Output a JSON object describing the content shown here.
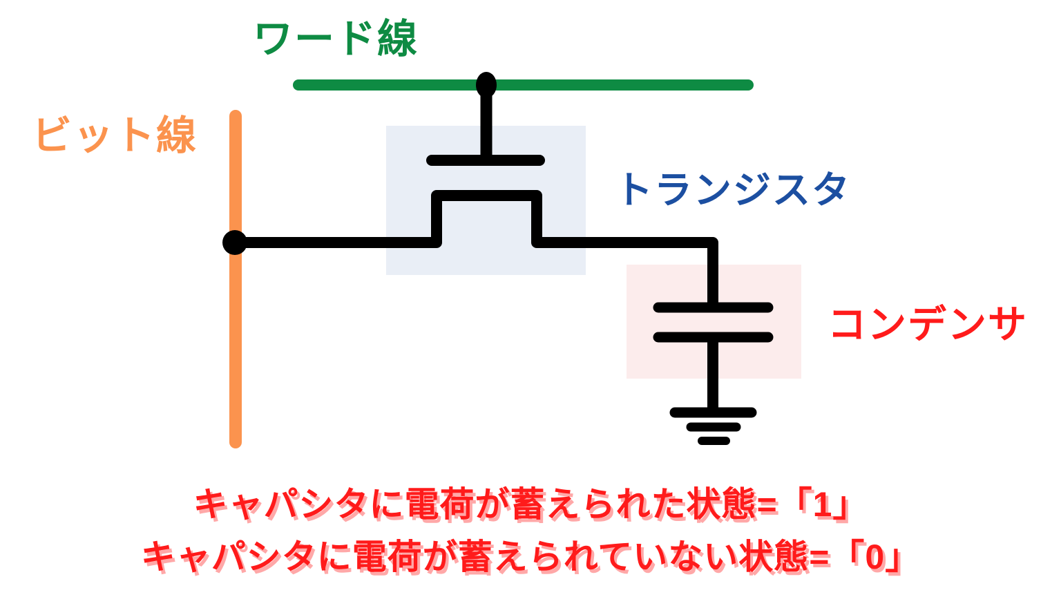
{
  "diagram": {
    "title": "DRAM memory cell diagram",
    "labels": {
      "word_line": "ワード線",
      "bit_line": "ビット線",
      "transistor": "トランジスタ",
      "capacitor": "コンデンサ"
    },
    "caption": {
      "line1": "キャパシタに電荷が蓄えられた状態=「1」",
      "line2": "キャパシタに電荷が蓄えられていない状態=「0」"
    },
    "colors": {
      "word_line": "#0E8B43",
      "bit_line": "#FB934E",
      "transistor_label": "#1C4FA1",
      "capacitor_label": "#FF1B1B",
      "caption_text": "#FF1B1B",
      "caption_shadow": "#FFA8A8",
      "wire": "#000000",
      "transistor_highlight": "#E9EEF6",
      "capacitor_highlight": "#FCECEC"
    }
  }
}
